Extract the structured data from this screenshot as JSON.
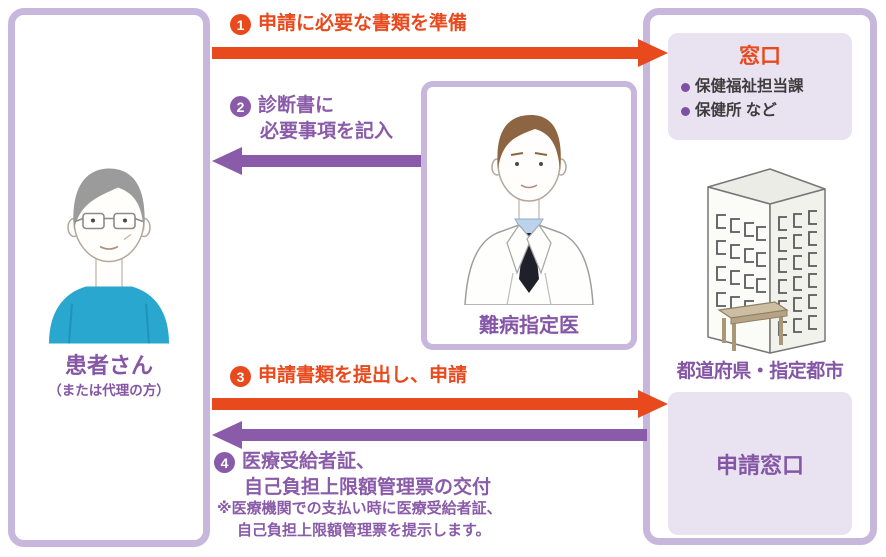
{
  "diagram": {
    "patient": {
      "label": "患者さん",
      "sublabel": "（または代理の方）"
    },
    "doctor": {
      "label": "難病指定医"
    },
    "government": {
      "counter_title": "窓口",
      "counter_items": [
        "保健福祉担当課",
        "保健所 など"
      ],
      "building_label": "都道府県・指定都市",
      "application_counter_label": "申請窓口"
    },
    "steps": [
      {
        "num": "1",
        "lines": [
          "申請に必要な書類を準備"
        ],
        "color": "#E8491D",
        "direction": "left-to-right"
      },
      {
        "num": "2",
        "lines": [
          "診断書に",
          "必要事項を記入"
        ],
        "color": "#8A5BA8",
        "direction": "right-to-left"
      },
      {
        "num": "3",
        "lines": [
          "申請書類を提出し、申請"
        ],
        "color": "#E8491D",
        "direction": "left-to-right"
      },
      {
        "num": "4",
        "lines": [
          "医療受給者証、",
          "自己負担上限額管理票の交付"
        ],
        "color": "#8A5BA8",
        "direction": "right-to-left"
      }
    ],
    "note_lines": [
      "※医療機関での支払い時に医療受給者証、",
      "自己負担上限額管理票を提示します。"
    ],
    "colors": {
      "orange": "#E8491D",
      "purple": "#8A5BA8",
      "box_border_light_purple": "#C8B7DC",
      "panel_fill": "#E8E2F1",
      "dark_text": "#3F3C3D",
      "patient_shirt_teal": "#29A7CF"
    },
    "icons": {
      "bullet": "circle-dot",
      "illustrations": [
        "elderly-patient",
        "doctor-white-coat",
        "government-building-with-counter"
      ]
    }
  }
}
